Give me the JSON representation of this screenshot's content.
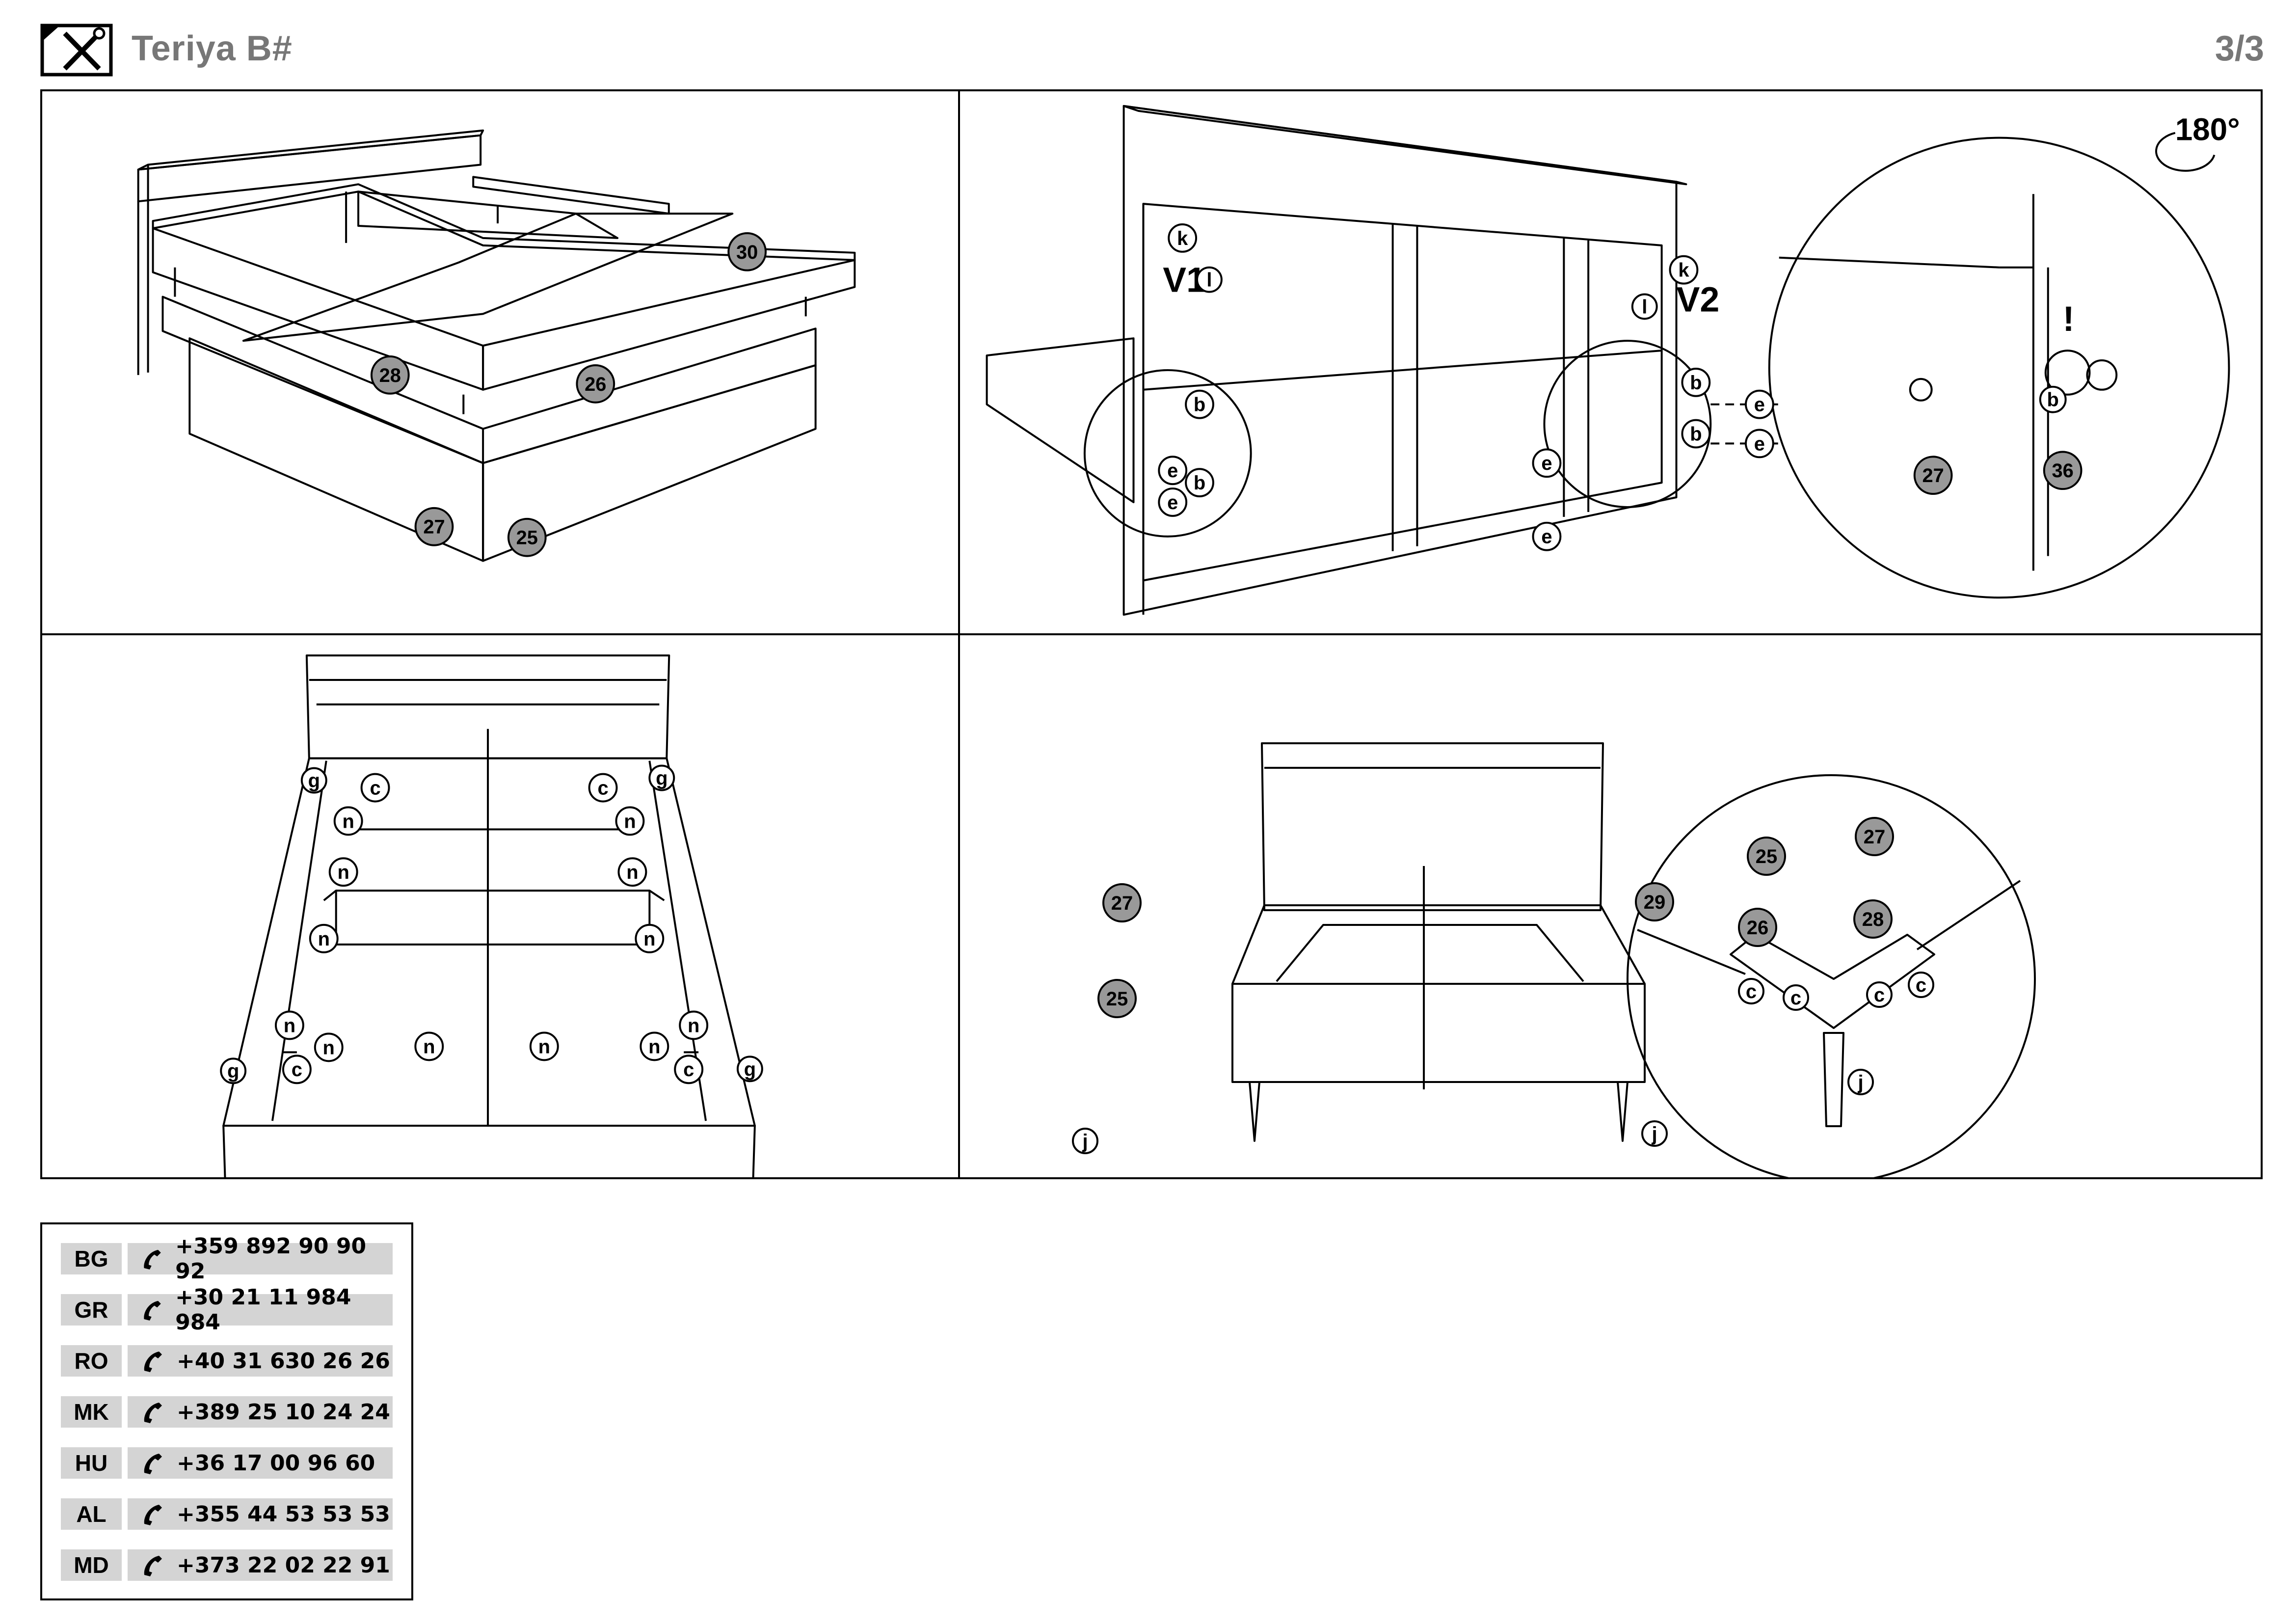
{
  "header": {
    "title": "Teriya B#",
    "page": "3/3",
    "icon": "tools-icon"
  },
  "panels": {
    "step1": {
      "parts": [
        "30",
        "28",
        "26",
        "27",
        "25"
      ]
    },
    "step2": {
      "parts": [
        "27",
        "36"
      ],
      "labels": [
        "k",
        "l",
        "V1",
        "V2",
        "b",
        "e",
        "!"
      ],
      "rotation": "180°"
    },
    "step3": {
      "parts": [
        "g",
        "c",
        "n"
      ]
    },
    "step4": {
      "parts": [
        "27",
        "29",
        "25",
        "26",
        "28",
        "c",
        "j"
      ]
    }
  },
  "contacts": [
    {
      "code": "BG",
      "phone": "+359 892 90 90 92"
    },
    {
      "code": "GR",
      "phone": "+30 21 11 984 984"
    },
    {
      "code": "RO",
      "phone": "+40 31 630 26 26"
    },
    {
      "code": "MK",
      "phone": "+389 25 10 24 24"
    },
    {
      "code": "HU",
      "phone": "+36 17 00 96 60"
    },
    {
      "code": "AL",
      "phone": "+355 44 53 53 53"
    },
    {
      "code": "MD",
      "phone": "+373 22 02 22 91"
    }
  ],
  "colors": {
    "part_badge": "#999999",
    "contact_bg": "#d4d4d4",
    "header_text": "#777777"
  }
}
